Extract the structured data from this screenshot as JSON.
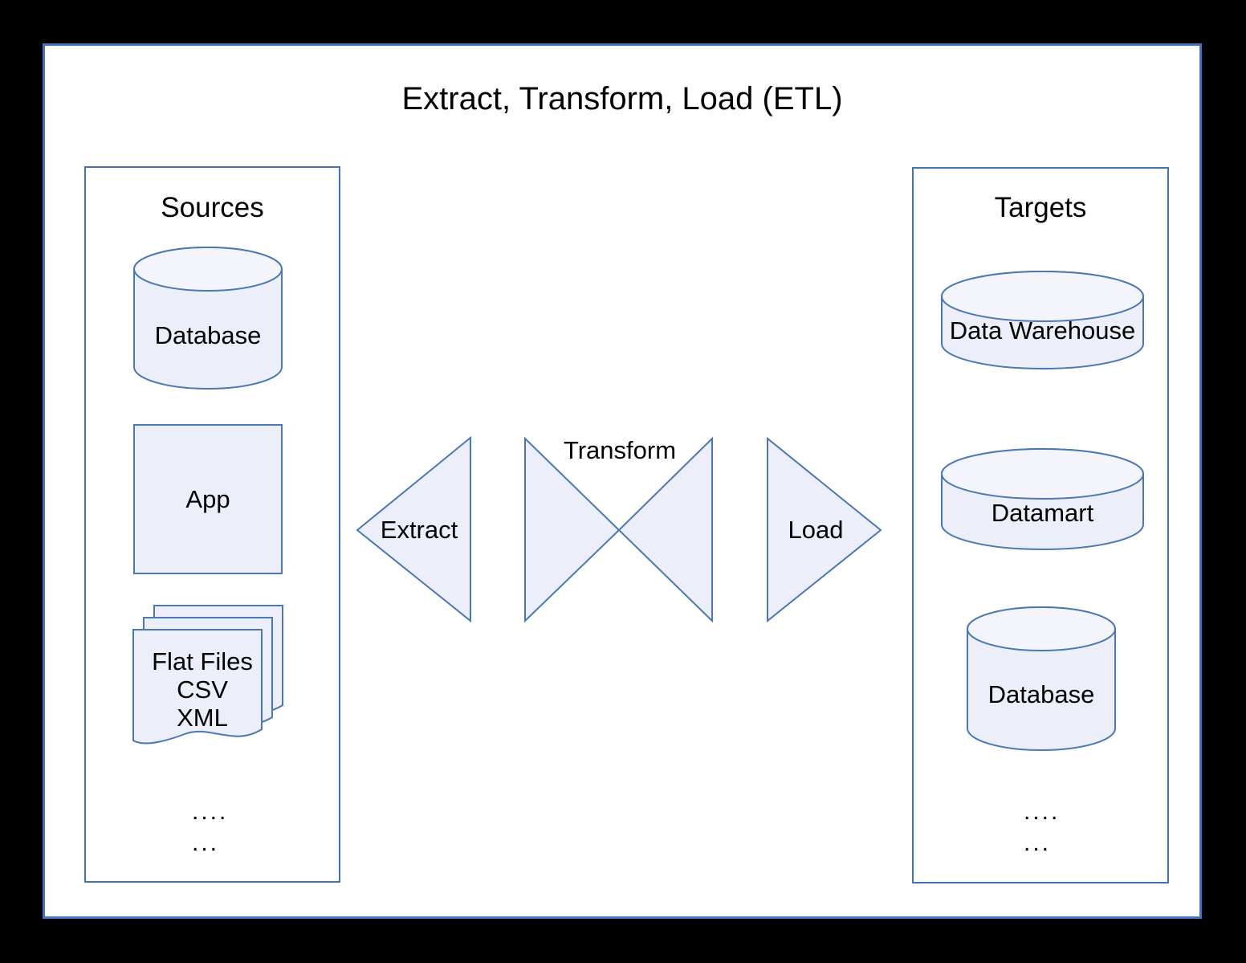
{
  "title": "Extract, Transform, Load (ETL)",
  "sources": {
    "heading": "Sources",
    "database_label": "Database",
    "app_label": "App",
    "flatfiles_label": "Flat Files\nCSV\nXML",
    "ellipsis": "....\n..."
  },
  "flow": {
    "extract_label": "Extract",
    "transform_label": "Transform",
    "load_label": "Load"
  },
  "targets": {
    "heading": "Targets",
    "warehouse_label": "Data Warehouse",
    "datamart_label": "Datamart",
    "database_label": "Database",
    "ellipsis": "....\n..."
  },
  "colors": {
    "background": "#000000",
    "panel_background": "#ffffff",
    "panel_border": "#4472c4",
    "box_border": "#4173b4",
    "shape_border": "#4a77b5",
    "shape_fill": "#eceef9",
    "shape_fill_top": "#f4f5fc",
    "text": "#000000"
  }
}
